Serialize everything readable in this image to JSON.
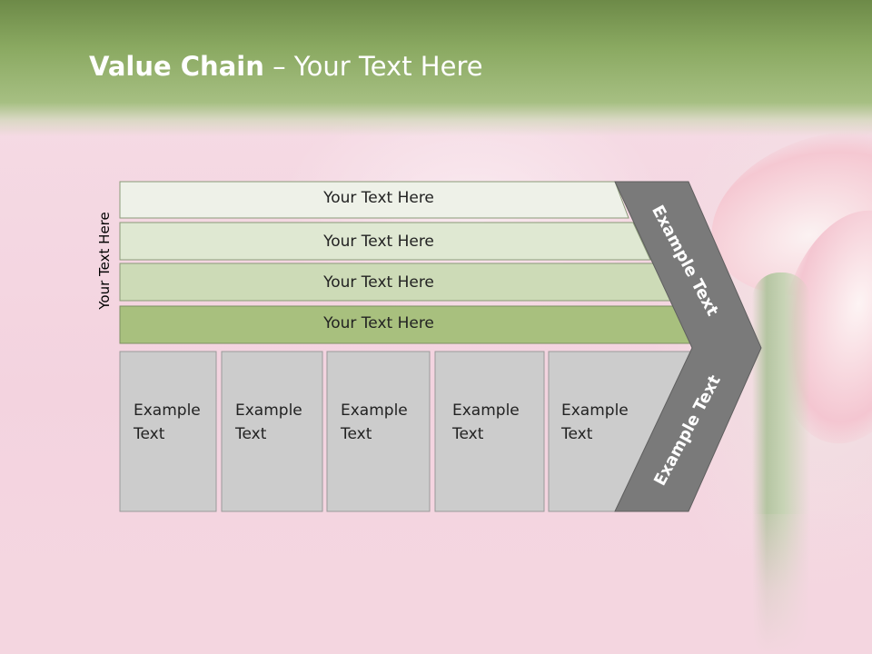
{
  "title": {
    "bold": "Value Chain",
    "rest": " – Your Text Here"
  },
  "side_label": "Your Text Here",
  "bands": [
    {
      "label": "Your Text Here",
      "fill": "#eef1e8"
    },
    {
      "label": "Your Text Here",
      "fill": "#dfe8d2"
    },
    {
      "label": "Your Text Here",
      "fill": "#cddbb7"
    },
    {
      "label": "Your Text Here",
      "fill": "#a8c07e"
    }
  ],
  "boxes": [
    {
      "line1": "Example",
      "line2": "Text"
    },
    {
      "line1": "Example",
      "line2": "Text"
    },
    {
      "line1": "Example",
      "line2": "Text"
    },
    {
      "line1": "Example",
      "line2": "Text"
    },
    {
      "line1": "Example",
      "line2": "Text"
    }
  ],
  "chevron": {
    "top_label": "Example Text",
    "bottom_label": "Example Text",
    "fill": "#7a7a7a"
  },
  "colors": {
    "header_green": "#8aa961",
    "box_gray": "#cccccc",
    "background_pink": "#f3d3df"
  }
}
